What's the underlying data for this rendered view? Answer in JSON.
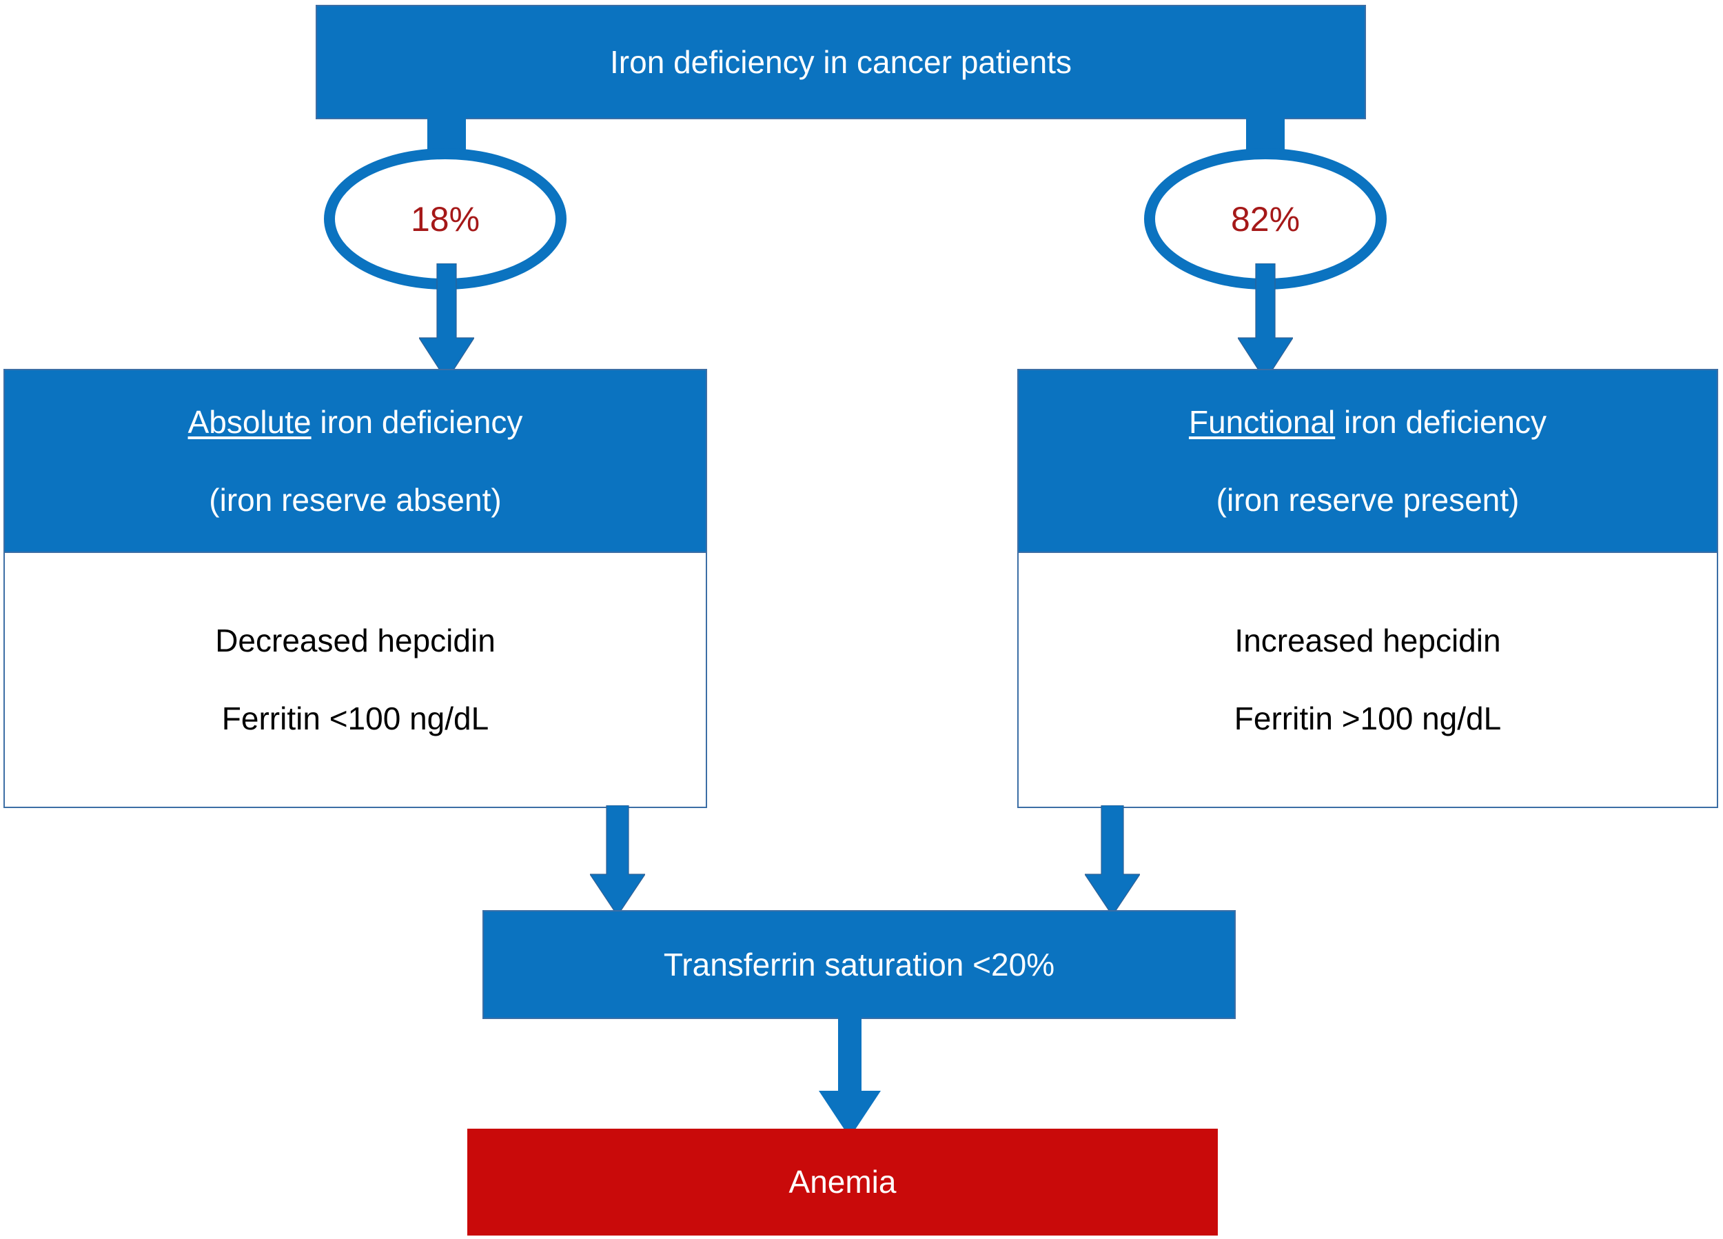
{
  "diagram": {
    "title": "Iron deficiency in cancer patients",
    "colors": {
      "blue": "#0B73C0",
      "blue_border": "#3C6EA5",
      "red_box": "#C90A0A",
      "red_text": "#A51818",
      "white": "#FFFFFF",
      "black": "#000000"
    },
    "top_node": {
      "label": "Iron deficiency in cancer patients"
    },
    "branches": [
      {
        "percent": "18%",
        "head_title_underlined": "Absolute",
        "head_title_rest": " iron deficiency",
        "head_subtitle": "(iron reserve absent)",
        "body_line_1": "Decreased hepcidin",
        "body_line_2": "Ferritin <100 ng/dL"
      },
      {
        "percent": "82%",
        "head_title_underlined": "Functional",
        "head_title_rest": " iron deficiency",
        "head_subtitle": "(iron reserve present)",
        "body_line_1": "Increased hepcidin",
        "body_line_2": "Ferritin >100 ng/dL"
      }
    ],
    "converge_node": {
      "label": "Transferrin saturation <20%"
    },
    "outcome_node": {
      "label": "Anemia"
    },
    "icons": {
      "down_arrow": "down-block-arrow-icon",
      "ellipse": "ellipse-percentage-icon"
    }
  }
}
